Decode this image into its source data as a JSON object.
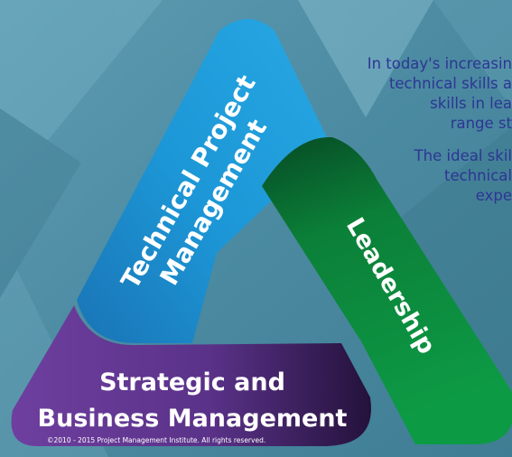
{
  "background": {
    "base": "#4f8fa6",
    "light": "#8cc6d8",
    "dark": "#3d7a90"
  },
  "triangle": {
    "technical": {
      "label_line1": "Technical Project",
      "label_line2": "Management",
      "color": "#1fa0de",
      "color_dark": "#1678b8"
    },
    "leadership": {
      "label": "Leadership",
      "color": "#0b8f3f",
      "color_dark": "#08582d"
    },
    "strategic": {
      "label_line1": "Strategic and",
      "label_line2": "Business Management",
      "color": "#6b3d9a",
      "color_dark": "#2b1745"
    }
  },
  "copyright": "©2010 - 2015 Project Management Institute. All rights reserved.",
  "intro_text": {
    "p1_lines": [
      "In today's increasin",
      "technical skills a",
      "skills in lea",
      "range st"
    ],
    "p2_lines": [
      "The ideal skil",
      "technical",
      "expe"
    ]
  },
  "text_color": "#2d3594"
}
